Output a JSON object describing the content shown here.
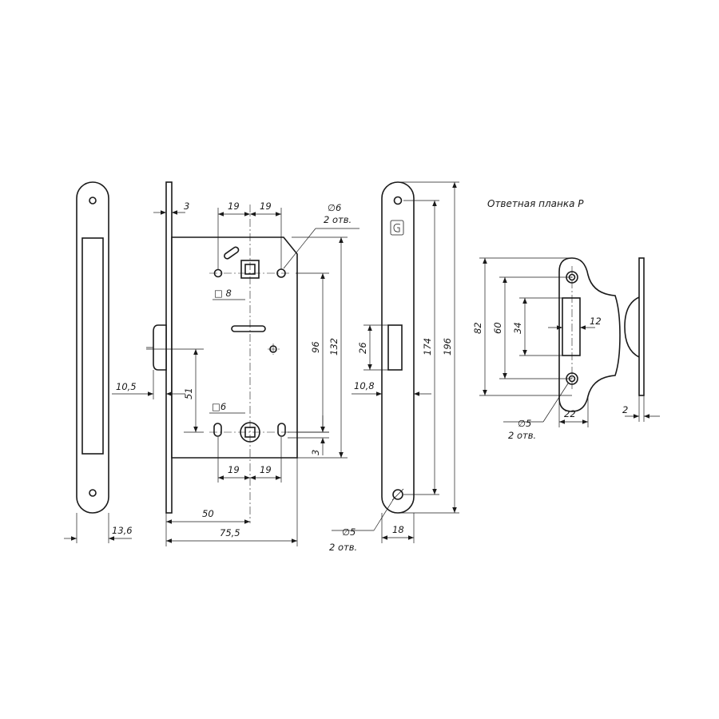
{
  "strike_plate_title": "Ответная планка Р",
  "colors": {
    "ink": "#1a1a1a",
    "background": "#ffffff"
  },
  "brand_logo": "G-logo",
  "dims": {
    "faceplate_thickness": "13,6",
    "faceplate_offset": "3",
    "spindle_left_19": "19",
    "spindle_right_19": "19",
    "hole_d6": "∅6",
    "hole_d6_count": "2 отв.",
    "square_8": "□ 8",
    "square_6": "□6",
    "dim_96": "96",
    "dim_132": "132",
    "dim_51": "51",
    "dim_10_5": "10,5",
    "bottom_left_19": "19",
    "bottom_right_19": "19",
    "dim_3_bottom": "3",
    "backset_50": "50",
    "depth_75_5": "75,5",
    "dim_26": "26",
    "dim_10_8": "10,8",
    "dim_174": "174",
    "dim_196": "196",
    "hole_d5_front": "∅5",
    "hole_d5_front_count": "2 отв.",
    "front_width_18": "18",
    "strike_82": "82",
    "strike_60": "60",
    "strike_34": "34",
    "strike_12": "12",
    "strike_hole_d5": "∅5",
    "strike_hole_count": "2 отв.",
    "strike_22": "22",
    "strike_2": "2"
  }
}
